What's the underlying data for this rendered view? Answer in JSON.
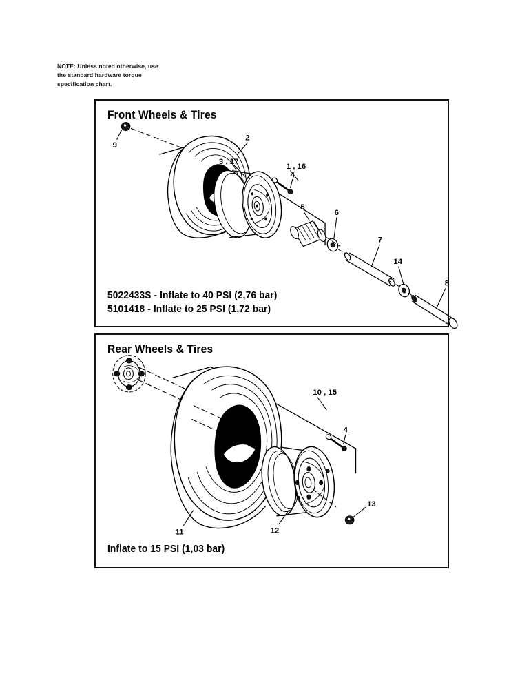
{
  "document": {
    "type": "parts-diagram",
    "note": {
      "lines": [
        "NOTE: Unless noted otherwise, use",
        "the standard hardware torque",
        "specification chart."
      ]
    }
  },
  "panels": [
    {
      "id": "front",
      "title": "Front Wheels & Tires",
      "footer_lines": [
        "5022433S - Inflate to 40 PSI (2,76 bar)",
        "5101418 - Inflate to 25 PSI (1,72 bar)"
      ],
      "callouts": [
        {
          "ref": "1 , 16",
          "part": "wheel-and-tire-assembly"
        },
        {
          "ref": "2",
          "part": "tire"
        },
        {
          "ref": "3 , 17",
          "part": "rim"
        },
        {
          "ref": "4",
          "part": "valve-stem"
        },
        {
          "ref": "5",
          "part": "bushing"
        },
        {
          "ref": "6",
          "part": "washer"
        },
        {
          "ref": "7",
          "part": "spacer-tube"
        },
        {
          "ref": "8",
          "part": "bolt"
        },
        {
          "ref": "9",
          "part": "nut"
        },
        {
          "ref": "14",
          "part": "washer"
        }
      ]
    },
    {
      "id": "rear",
      "title": "Rear Wheels & Tires",
      "footer_lines": [
        "Inflate to 15 PSI (1,03 bar)"
      ],
      "callouts": [
        {
          "ref": "10 , 15",
          "part": "wheel-and-tire-assembly"
        },
        {
          "ref": "11",
          "part": "tire"
        },
        {
          "ref": "12",
          "part": "rim"
        },
        {
          "ref": "4",
          "part": "valve-stem"
        },
        {
          "ref": "13",
          "part": "nut"
        }
      ]
    }
  ]
}
